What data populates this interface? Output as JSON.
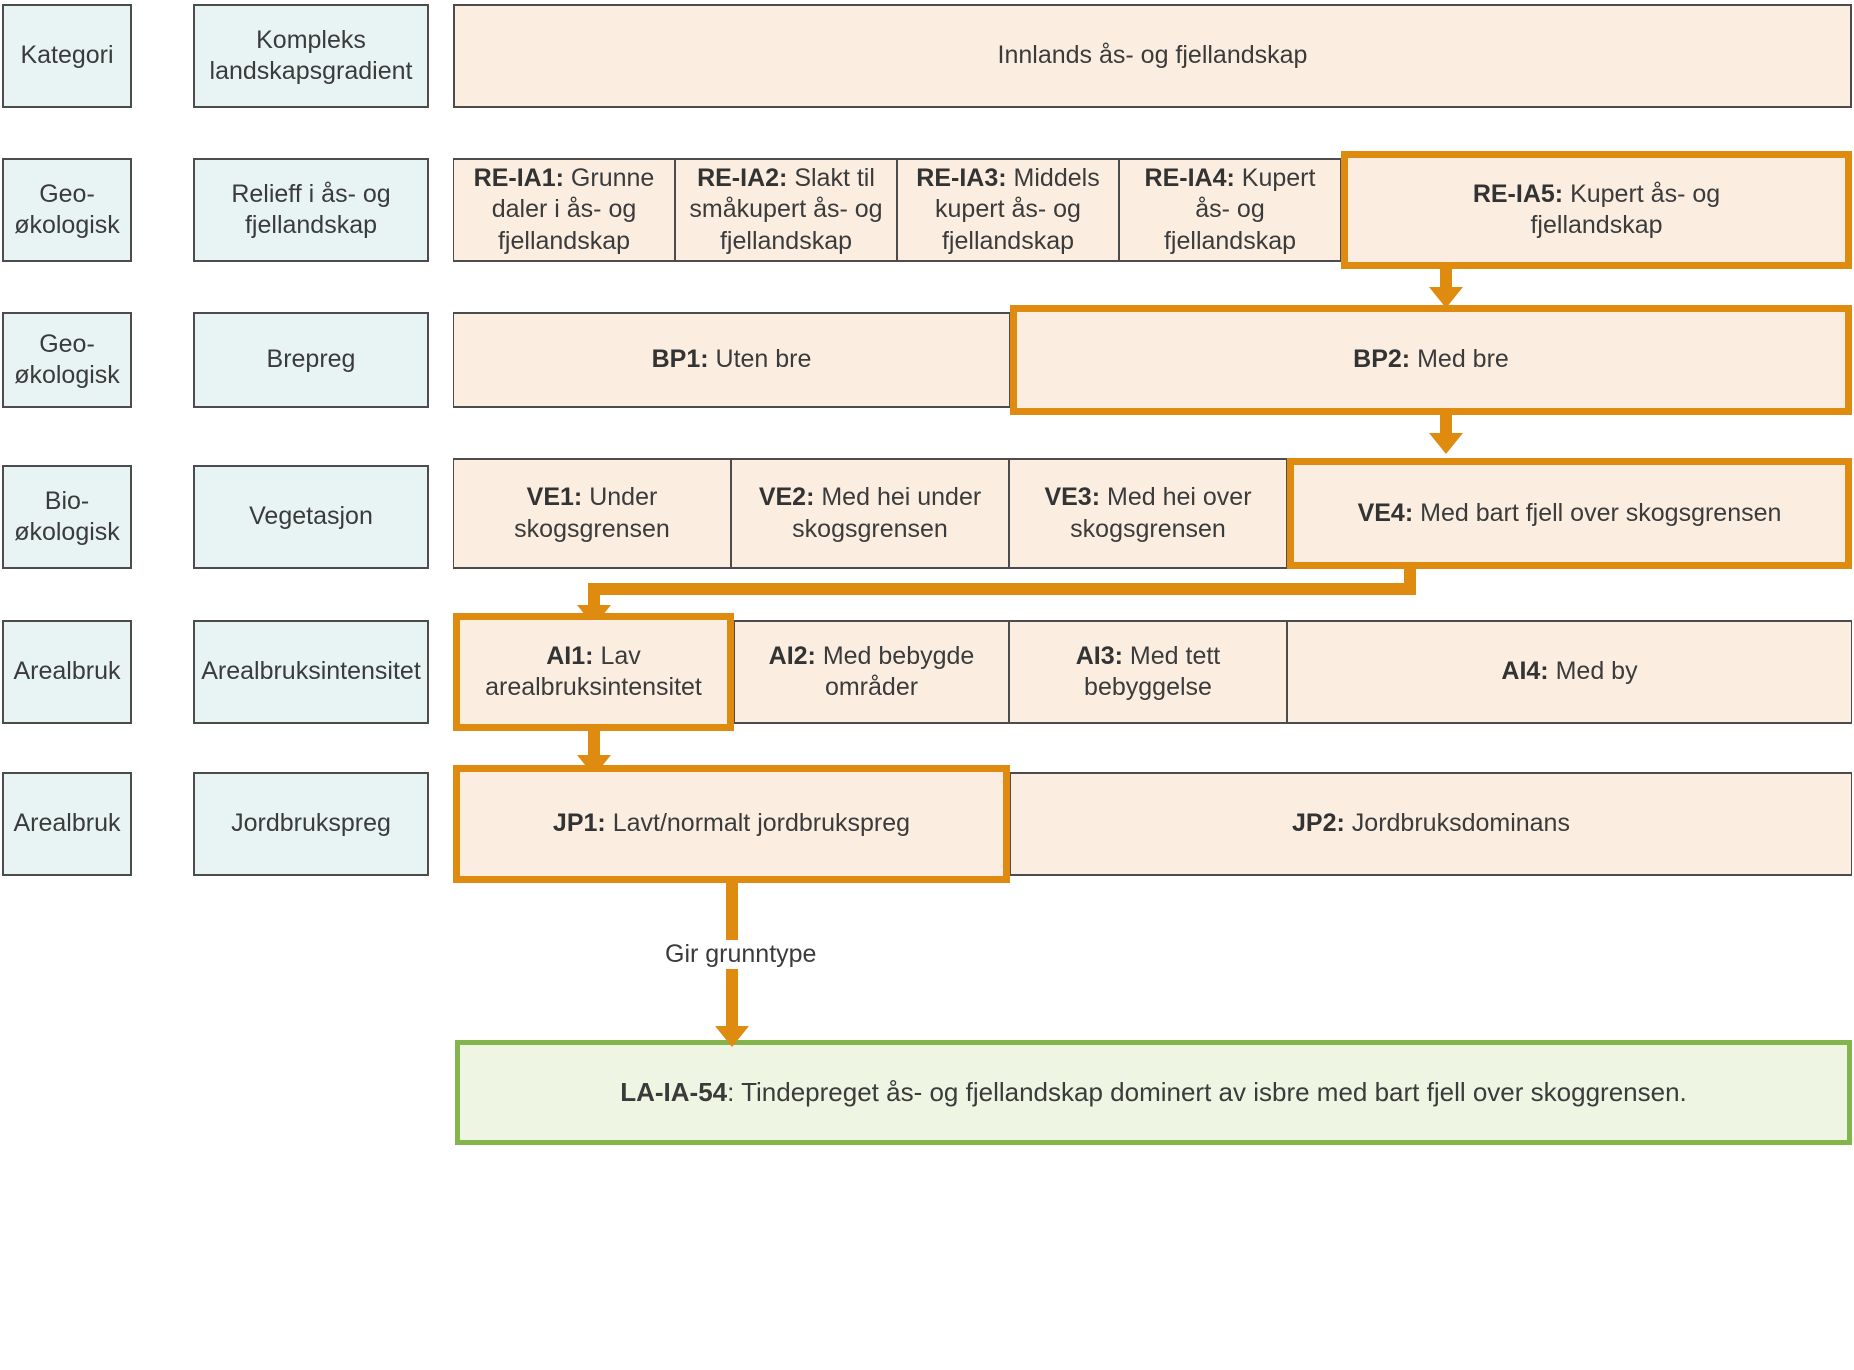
{
  "diagram": {
    "accent_color": "#df8b10",
    "box_fill_label": "#e8f4f4",
    "box_fill_value": "#fbeee1",
    "result_fill": "#eef5e3",
    "result_border": "#84b44c",
    "connector_label": "Gir grunntype"
  },
  "rows": [
    {
      "category": "Kategori",
      "gradient": "Kompleks landskapsgradient",
      "items": [
        {
          "code": "",
          "text": "Innlands ås- og fjellandskap",
          "highlighted": false
        }
      ]
    },
    {
      "category": "Geo-økologisk",
      "gradient": "Relieff i ås- og fjellandskap",
      "items": [
        {
          "code": "RE-IA1:",
          "text": "Grunne daler i ås- og fjellandskap",
          "highlighted": false
        },
        {
          "code": "RE-IA2:",
          "text": "Slakt til småkupert ås- og fjellandskap",
          "highlighted": false
        },
        {
          "code": "RE-IA3:",
          "text": "Middels kupert ås- og fjellandskap",
          "highlighted": false
        },
        {
          "code": "RE-IA4:",
          "text": "Kupert ås- og fjellandskap",
          "highlighted": false
        },
        {
          "code": "RE-IA5:",
          "text": "Kupert ås- og fjellandskap",
          "highlighted": true
        }
      ]
    },
    {
      "category": "Geo-økologisk",
      "gradient": "Brepreg",
      "items": [
        {
          "code": "BP1:",
          "text": "Uten bre",
          "highlighted": false
        },
        {
          "code": "BP2:",
          "text": "Med bre",
          "highlighted": true
        }
      ]
    },
    {
      "category": "Bio-økologisk",
      "gradient": "Vegetasjon",
      "items": [
        {
          "code": "VE1:",
          "text": "Under skogsgrensen",
          "highlighted": false
        },
        {
          "code": "VE2:",
          "text": "Med hei under skogsgrensen",
          "highlighted": false
        },
        {
          "code": "VE3:",
          "text": "Med hei over skogsgrensen",
          "highlighted": false
        },
        {
          "code": "VE4:",
          "text": "Med bart fjell over skogsgrensen",
          "highlighted": true
        }
      ]
    },
    {
      "category": "Arealbruk",
      "gradient": "Arealbruksintensitet",
      "items": [
        {
          "code": "AI1:",
          "text": "Lav arealbruksintensitet",
          "highlighted": true
        },
        {
          "code": "AI2:",
          "text": "Med bebygde områder",
          "highlighted": false
        },
        {
          "code": "AI3:",
          "text": "Med tett bebyggelse",
          "highlighted": false
        },
        {
          "code": "AI4:",
          "text": "Med by",
          "highlighted": false
        }
      ]
    },
    {
      "category": "Arealbruk",
      "gradient": "Jordbrukspreg",
      "items": [
        {
          "code": "JP1:",
          "text": "Lavt/normalt jordbrukspreg",
          "highlighted": true
        },
        {
          "code": "JP2:",
          "text": "Jordbruksdominans",
          "highlighted": false
        }
      ]
    }
  ],
  "result": {
    "code": "LA-IA-54",
    "text": ": Tindepreget ås- og fjellandskap dominert av isbre med bart fjell over skoggrensen."
  }
}
